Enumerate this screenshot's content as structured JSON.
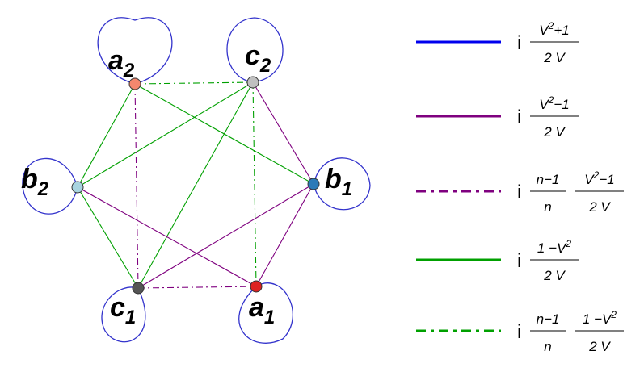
{
  "colors": {
    "blue": "#0000ee",
    "purple": "#7f007f",
    "green": "#00a000",
    "loop": "#3333cc"
  },
  "nodes": [
    {
      "id": "a2",
      "base": "a",
      "sub": "2",
      "color": "#f4876e"
    },
    {
      "id": "c2",
      "base": "c",
      "sub": "2",
      "color": "#c0c0c0"
    },
    {
      "id": "b1",
      "base": "b",
      "sub": "1",
      "color": "#2b7ab8"
    },
    {
      "id": "a1",
      "base": "a",
      "sub": "1",
      "color": "#dd2222"
    },
    {
      "id": "c1",
      "base": "c",
      "sub": "1",
      "color": "#555555"
    },
    {
      "id": "b2",
      "base": "b",
      "sub": "2",
      "color": "#a8d4e0"
    }
  ],
  "edges": [
    {
      "from": "a2",
      "to": "b2",
      "style": "green-solid"
    },
    {
      "from": "a2",
      "to": "b1",
      "style": "green-solid"
    },
    {
      "from": "c2",
      "to": "b2",
      "style": "green-solid"
    },
    {
      "from": "c2",
      "to": "c1",
      "style": "green-solid"
    },
    {
      "from": "b2",
      "to": "c1",
      "style": "green-solid"
    },
    {
      "from": "a2",
      "to": "c2",
      "style": "green-dashdot"
    },
    {
      "from": "c2",
      "to": "a1",
      "style": "green-dashdot"
    },
    {
      "from": "c2",
      "to": "b1",
      "style": "purple-solid"
    },
    {
      "from": "b1",
      "to": "a1",
      "style": "purple-solid"
    },
    {
      "from": "b1",
      "to": "c1",
      "style": "purple-solid"
    },
    {
      "from": "b2",
      "to": "a1",
      "style": "purple-solid"
    },
    {
      "from": "a2",
      "to": "c1",
      "style": "purple-dashdot"
    },
    {
      "from": "c1",
      "to": "a1",
      "style": "purple-dashdot"
    }
  ],
  "legend": [
    {
      "line": "blue-solid",
      "i": "i",
      "num": "V",
      "num_sup": "2",
      "num_rest": "+1",
      "den": "2 V"
    },
    {
      "line": "purple-solid",
      "i": "i",
      "num": "V",
      "num_sup": "2",
      "num_rest": "−1",
      "den": "2 V"
    },
    {
      "line": "purple-dashdot",
      "i": "i",
      "pre_num": "n−1",
      "pre_den": "n",
      "num": "V",
      "num_sup": "2",
      "num_rest": "−1",
      "den": "2 V"
    },
    {
      "line": "green-solid",
      "i": "i",
      "num": "1 −V",
      "num_sup": "2",
      "num_rest": "",
      "den": "2 V"
    },
    {
      "line": "green-dashdot",
      "i": "i",
      "pre_num": "n−1",
      "pre_den": "n",
      "num": "1 −V",
      "num_sup": "2",
      "num_rest": "",
      "den": "2 V"
    }
  ]
}
